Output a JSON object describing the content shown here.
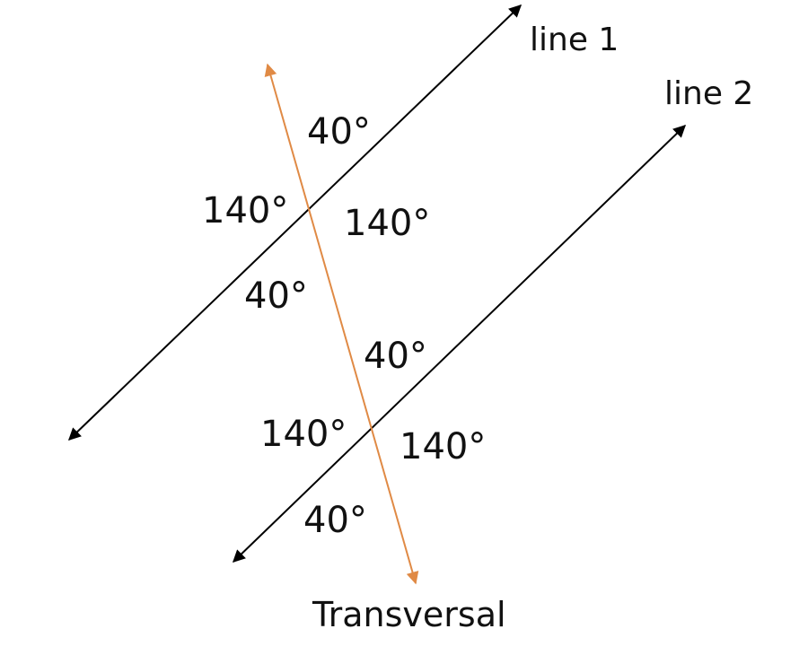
{
  "colors": {
    "parallel_lines": "#000000",
    "transversal": "#e08a45",
    "text": "#111111",
    "background": "#ffffff"
  },
  "labels": {
    "line1": "line 1",
    "line2": "line 2",
    "transversal": "Transversal"
  },
  "angles": {
    "line1_top": "40°",
    "line1_left": "140°",
    "line1_right": "140°",
    "line1_bottom": "40°",
    "line2_top": "40°",
    "line2_left": "140°",
    "line2_right": "140°",
    "line2_bottom": "40°"
  }
}
